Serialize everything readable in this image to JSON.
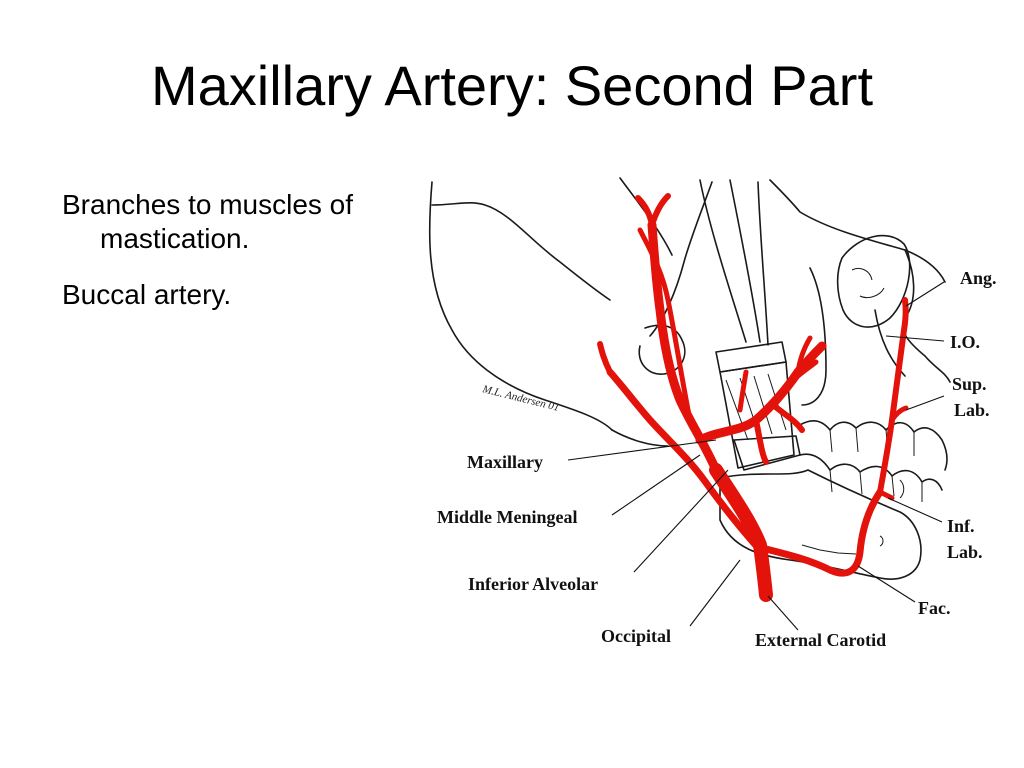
{
  "slide": {
    "title": "Maxillary Artery: Second Part",
    "bullets": [
      "Branches to muscles of mastication.",
      "Buccal artery."
    ]
  },
  "diagram": {
    "signature": "M.L. Andersen 01",
    "labels": {
      "ang": "Ang.",
      "io": "I.O.",
      "sup_lab_1": "Sup.",
      "sup_lab_2": "Lab.",
      "maxillary": "Maxillary",
      "middle_meningeal": "Middle Meningeal",
      "inf_lab_1": "Inf.",
      "inf_lab_2": "Lab.",
      "inferior_alveolar": "Inferior Alveolar",
      "fac": "Fac.",
      "occipital": "Occipital",
      "external_carotid": "External Carotid"
    },
    "colors": {
      "artery": "#e3120b",
      "ink": "#1a1a1a"
    }
  }
}
